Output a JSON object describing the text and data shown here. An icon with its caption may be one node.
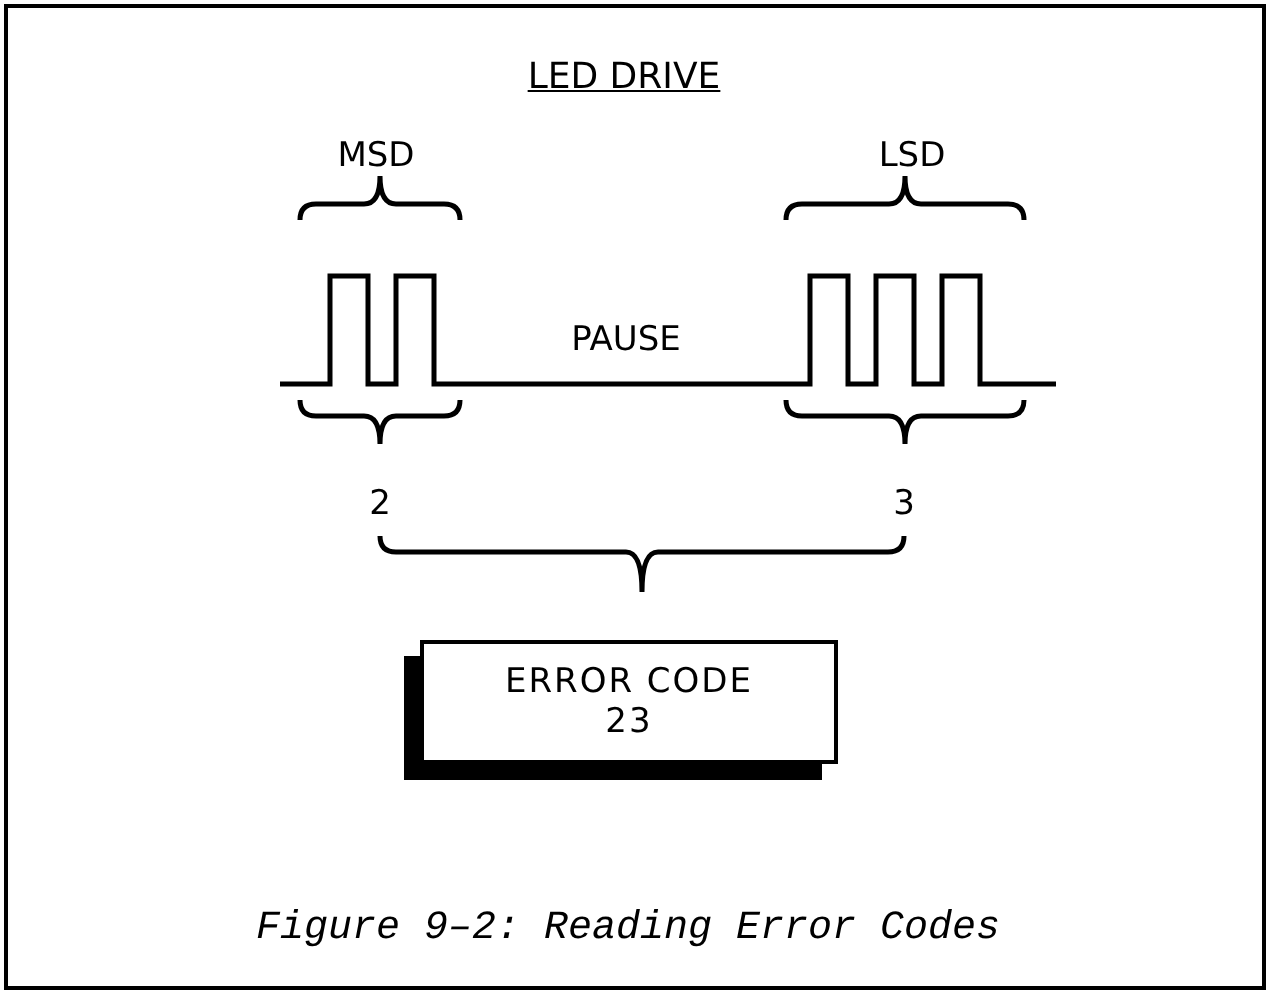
{
  "diagram": {
    "title": "LED DRIVE",
    "caption": "Figure 9–2: Reading Error Codes",
    "nodes": [
      {
        "text": [
          "ERROR CODE",
          "23"
        ]
      }
    ],
    "labels": [
      "MSD",
      "LSD",
      "PAUSE",
      "2",
      "3"
    ]
  }
}
